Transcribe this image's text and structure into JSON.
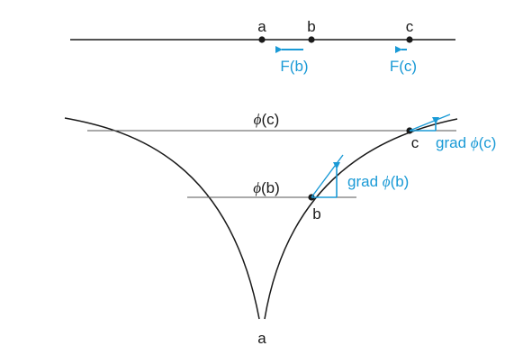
{
  "colors": {
    "ink": "#1a1a1a",
    "accent": "#1a9ad6",
    "thin_line": "#555555"
  },
  "top_line": {
    "points": {
      "a": "a",
      "b": "b",
      "c": "c"
    },
    "forces": {
      "fb": "F(b)",
      "fc": "F(c)"
    }
  },
  "potential": {
    "levels": {
      "c_prefix": "ϕ",
      "c_arg": "(c)",
      "b_prefix": "ϕ",
      "b_arg": "(b)"
    },
    "points": {
      "c": "c",
      "b": "b",
      "a": "a"
    },
    "gradients": {
      "c_word": "grad ",
      "c_sym": "ϕ",
      "c_arg": "(c)",
      "b_word": "grad ",
      "b_sym": "ϕ",
      "b_arg": "(b)"
    }
  }
}
